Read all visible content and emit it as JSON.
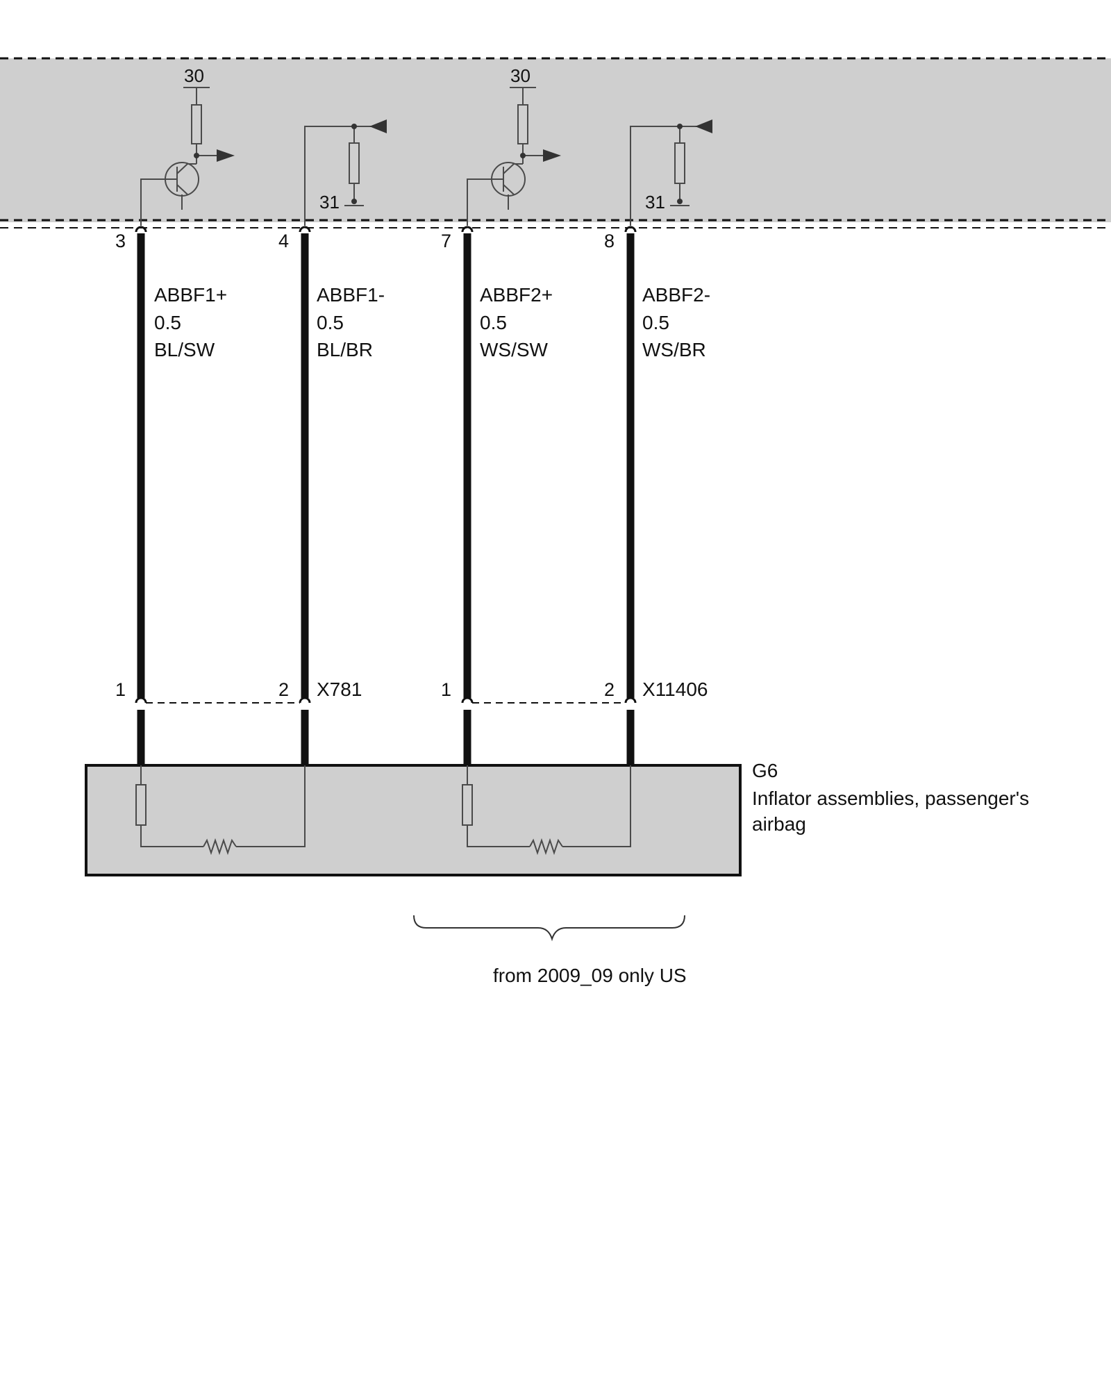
{
  "colors": {
    "module_fill": "#cfcfcf",
    "line": "#111111",
    "thin_line": "#4a4a4a",
    "background": "#ffffff"
  },
  "control_unit": {
    "channel1": {
      "supply_terminal": "30",
      "ground_terminal": "31"
    },
    "channel2": {
      "supply_terminal": "30",
      "ground_terminal": "31"
    }
  },
  "pins": {
    "top": [
      "3",
      "4",
      "7",
      "8"
    ],
    "connector_x781": [
      "1",
      "2"
    ],
    "connector_x11406": [
      "1",
      "2"
    ]
  },
  "wires": [
    {
      "signal": "ABBF1+",
      "cross_section": "0.5",
      "color_code": "BL/SW"
    },
    {
      "signal": "ABBF1-",
      "cross_section": "0.5",
      "color_code": "BL/BR"
    },
    {
      "signal": "ABBF2+",
      "cross_section": "0.5",
      "color_code": "WS/SW"
    },
    {
      "signal": "ABBF2-",
      "cross_section": "0.5",
      "color_code": "WS/BR"
    }
  ],
  "connectors": {
    "left": "X781",
    "right": "X11406"
  },
  "component": {
    "id": "G6",
    "name_line1": "Inflator assemblies, passenger's",
    "name_line2": "airbag"
  },
  "note": "from 2009_09 only US"
}
